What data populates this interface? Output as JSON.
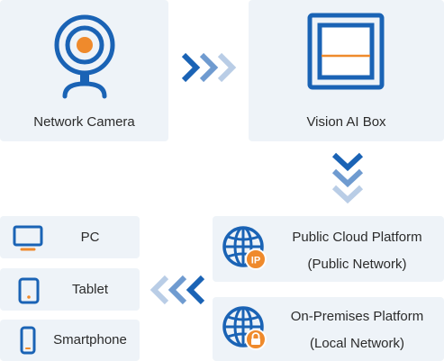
{
  "nodes": {
    "camera": {
      "label": "Network Camera",
      "icon": "webcam-icon"
    },
    "vision_box": {
      "label": "Vision AI Box",
      "icon": "ai-box-icon"
    },
    "cloud": {
      "line1": "Public Cloud Platform",
      "line2": "(Public Network)",
      "icon": "globe-ip-icon",
      "badge": "IP"
    },
    "onprem": {
      "line1": "On-Premises Platform",
      "line2": "(Local Network)",
      "icon": "globe-lock-icon"
    },
    "devices": [
      {
        "label": "PC",
        "icon": "monitor-icon"
      },
      {
        "label": "Tablet",
        "icon": "tablet-icon"
      },
      {
        "label": "Smartphone",
        "icon": "smartphone-icon"
      }
    ]
  },
  "colors": {
    "primary": "#1a63b5",
    "accent": "#ef8a2c",
    "card_bg": "#eef3f8",
    "arrow_light": "#b9cde6",
    "arrow_mid": "#6f9bd0"
  }
}
